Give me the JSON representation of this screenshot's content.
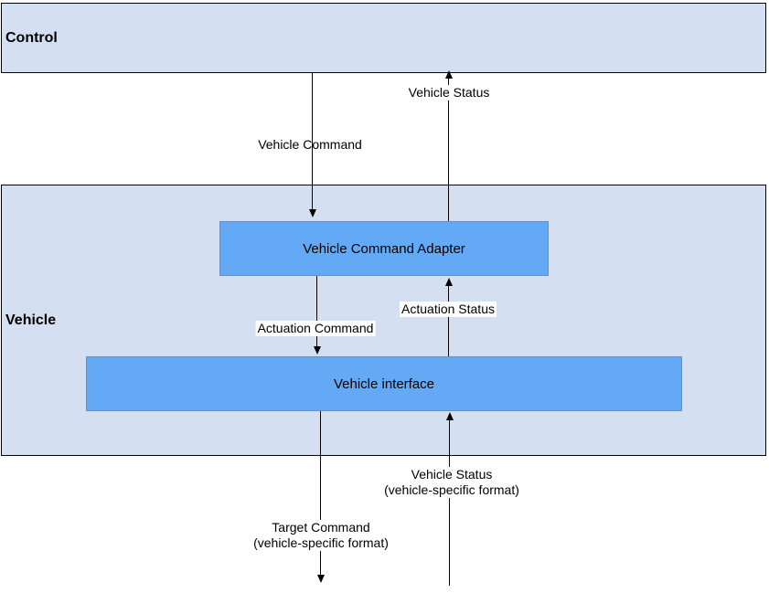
{
  "diagram": {
    "containers": [
      {
        "id": "control",
        "label": "Control"
      },
      {
        "id": "vehicle",
        "label": "Vehicle"
      }
    ],
    "nodes": [
      {
        "id": "vehicle-command-adapter",
        "label": "Vehicle Command Adapter"
      },
      {
        "id": "vehicle-interface",
        "label": "Vehicle interface"
      }
    ],
    "edges": [
      {
        "id": "vehicle-command",
        "label": "Vehicle Command",
        "direction": "down"
      },
      {
        "id": "vehicle-status-top",
        "label": "Vehicle Status",
        "direction": "up"
      },
      {
        "id": "actuation-command",
        "label": "Actuation Command",
        "direction": "down"
      },
      {
        "id": "actuation-status",
        "label": "Actuation Status",
        "direction": "up"
      },
      {
        "id": "target-command",
        "label": "Target Command",
        "sublabel": "(vehicle-specific format)",
        "direction": "down"
      },
      {
        "id": "vehicle-status-bottom",
        "label": "Vehicle Status",
        "sublabel": "(vehicle-specific format)",
        "direction": "up"
      }
    ],
    "colors": {
      "container_fill": "#d5dff2",
      "container_border": "#000000",
      "node_fill": "#64a9f5",
      "node_border": "#6c8ebf",
      "edge_line": "#000000",
      "label_background": "#ffffff",
      "text": "#000000"
    }
  }
}
